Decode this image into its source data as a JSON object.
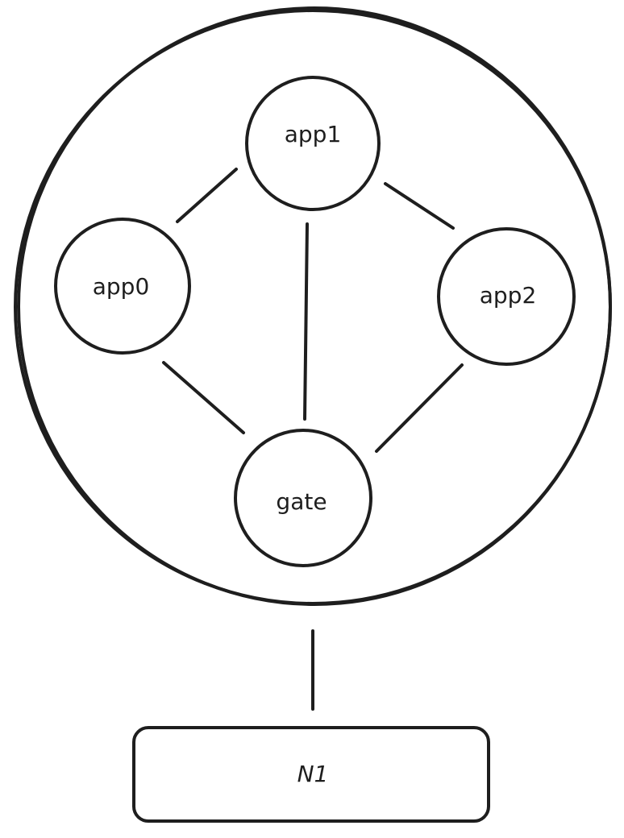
{
  "diagram": {
    "nodes": {
      "app0": "app0",
      "app1": "app1",
      "app2": "app2",
      "gate": "gate",
      "n1": "N1"
    },
    "colors": {
      "stroke": "#1e1e1e",
      "background": "#ffffff"
    }
  }
}
